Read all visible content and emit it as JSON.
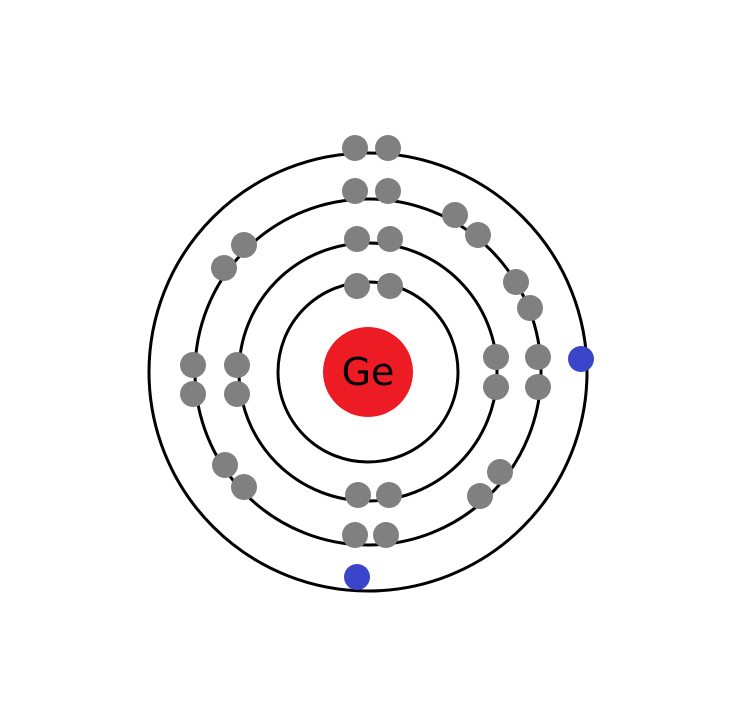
{
  "atom": {
    "symbol": "Ge",
    "electron_shells": [
      2,
      8,
      18,
      4
    ],
    "colors": {
      "nucleus": "#ed1c24",
      "electron": "#808080",
      "valence_electron": "#3b45c9",
      "shell": "#000000"
    }
  }
}
